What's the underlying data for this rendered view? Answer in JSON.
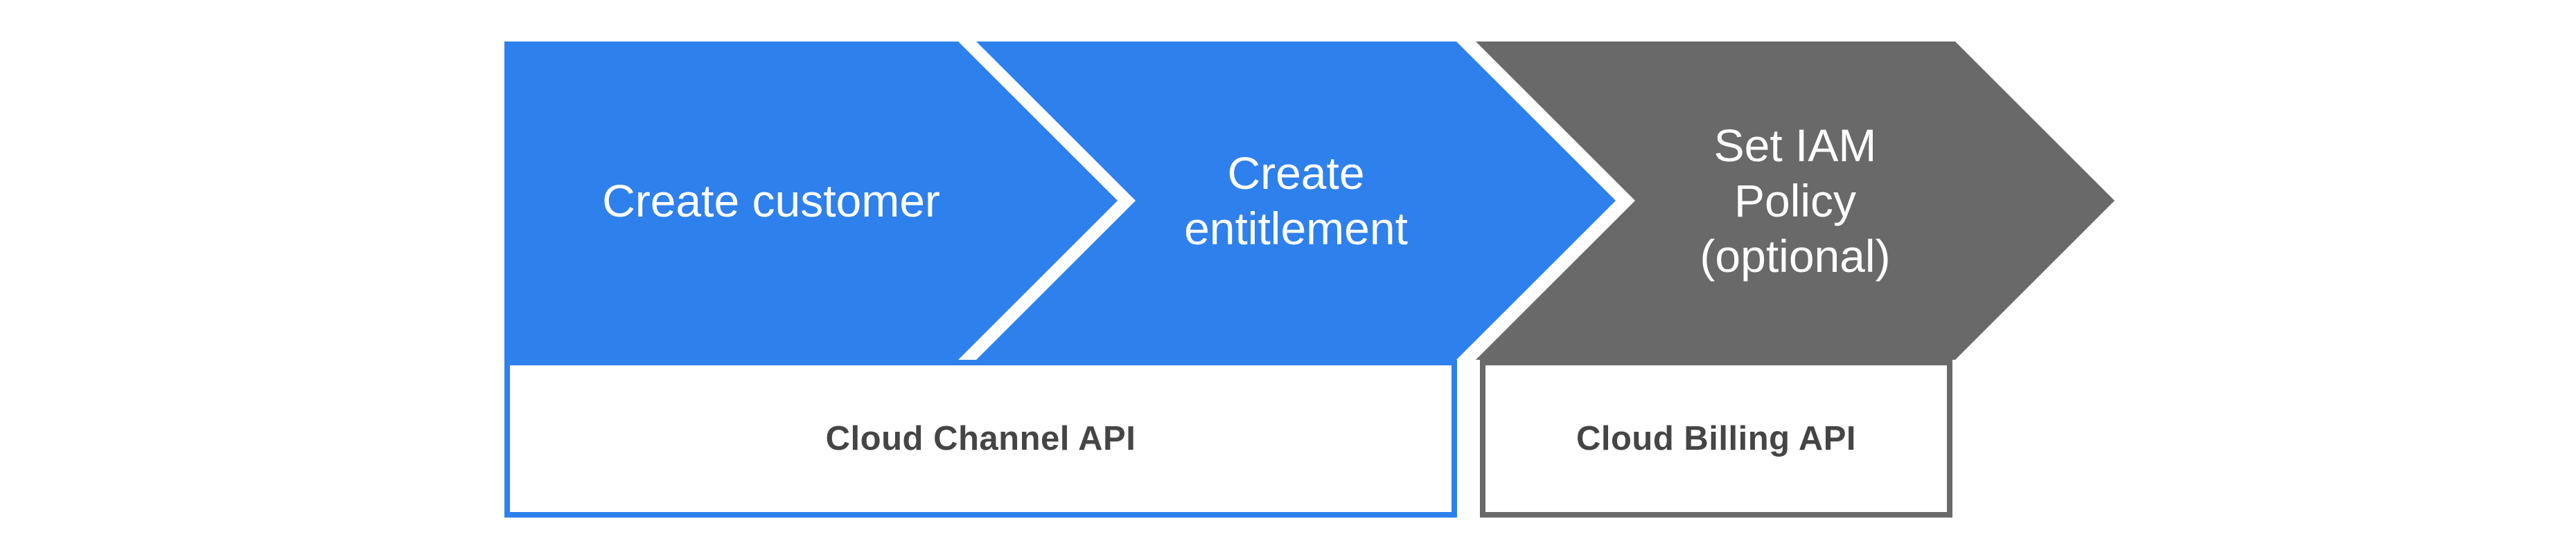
{
  "colors": {
    "blue": "#2E80EC",
    "gray": "#696969",
    "arrow-text": "#FFFFFF",
    "box-bg": "#FFFFFF",
    "box-label": "#454545",
    "page-bg": "#FFFFFF"
  },
  "steps": [
    {
      "label": "Create customer"
    },
    {
      "label": "Create\nentitlement"
    },
    {
      "label": "Set IAM\nPolicy\n(optional)"
    }
  ],
  "api_boxes": [
    {
      "label": "Cloud Channel API"
    },
    {
      "label": "Cloud Billing API"
    }
  ]
}
